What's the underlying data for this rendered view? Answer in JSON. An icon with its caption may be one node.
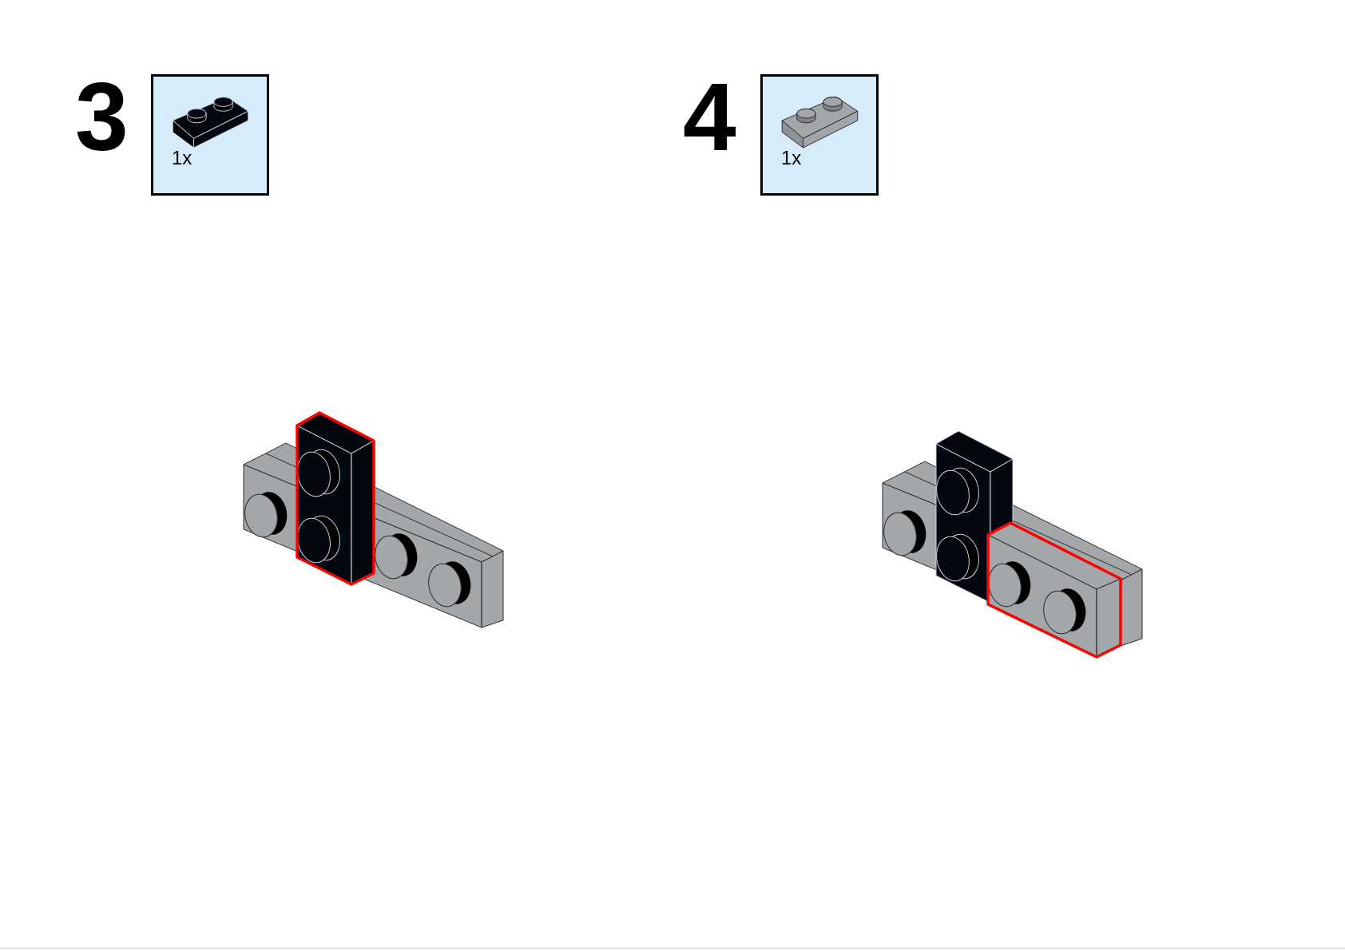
{
  "diagram": {
    "nodes": [
      {
        "text": [
          "1x"
        ]
      },
      {
        "text": [
          "1x"
        ]
      }
    ],
    "labels": [
      "3",
      "4"
    ]
  }
}
